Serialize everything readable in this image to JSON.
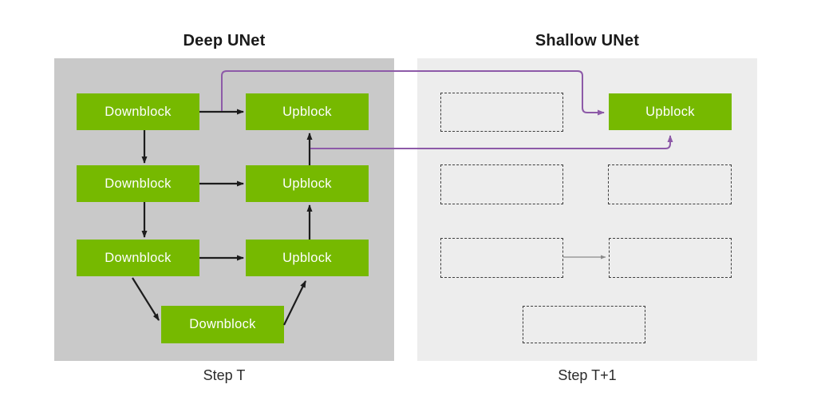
{
  "colors": {
    "block_green": "#76b900",
    "left_panel_bg": "#c9c9c9",
    "right_panel_bg": "#ededed",
    "arrow_black": "#1c1c1c",
    "connector_purple": "#8d5aa8",
    "faded_arrow_gray": "#8a8a8a"
  },
  "left_panel": {
    "title": "Deep UNet",
    "step_label": "Step T",
    "blocks": {
      "downblock1": "Downblock",
      "downblock2": "Downblock",
      "downblock3": "Downblock",
      "downblock4": "Downblock",
      "upblock1": "Upblock",
      "upblock2": "Upblock",
      "upblock3": "Upblock"
    }
  },
  "right_panel": {
    "title": "Shallow UNet",
    "step_label": "Step T+1",
    "blocks": {
      "upblock": "Upblock"
    }
  }
}
